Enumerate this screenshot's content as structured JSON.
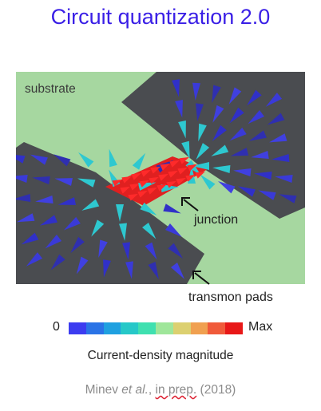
{
  "title": "Circuit quantization 2.0",
  "labels": {
    "substrate": "substrate",
    "junction": "junction",
    "transmon_pads": "transmon pads"
  },
  "legend": {
    "min_label": "0",
    "max_label": "Max",
    "caption": "Current-density magnitude",
    "colors": [
      "#3c3cf0",
      "#2a73e6",
      "#1fa0e0",
      "#26c8c8",
      "#3fe0b0",
      "#9fe69a",
      "#dcd070",
      "#f0a050",
      "#f05a3a",
      "#e81818"
    ]
  },
  "citation": {
    "author": "Minev ",
    "etal": "et al.",
    "sep": ", ",
    "inprep": "in prep.",
    "year": " (2018)"
  },
  "colors": {
    "title": "#3a1fe6",
    "substrate_bg": "#a6d7a0",
    "pad": "#4a4c50",
    "current_low": "#3c3cf0",
    "current_high": "#e81818"
  },
  "icons": {
    "junction_arrow": "arrow-icon",
    "pads_arrow": "arrow-icon"
  }
}
